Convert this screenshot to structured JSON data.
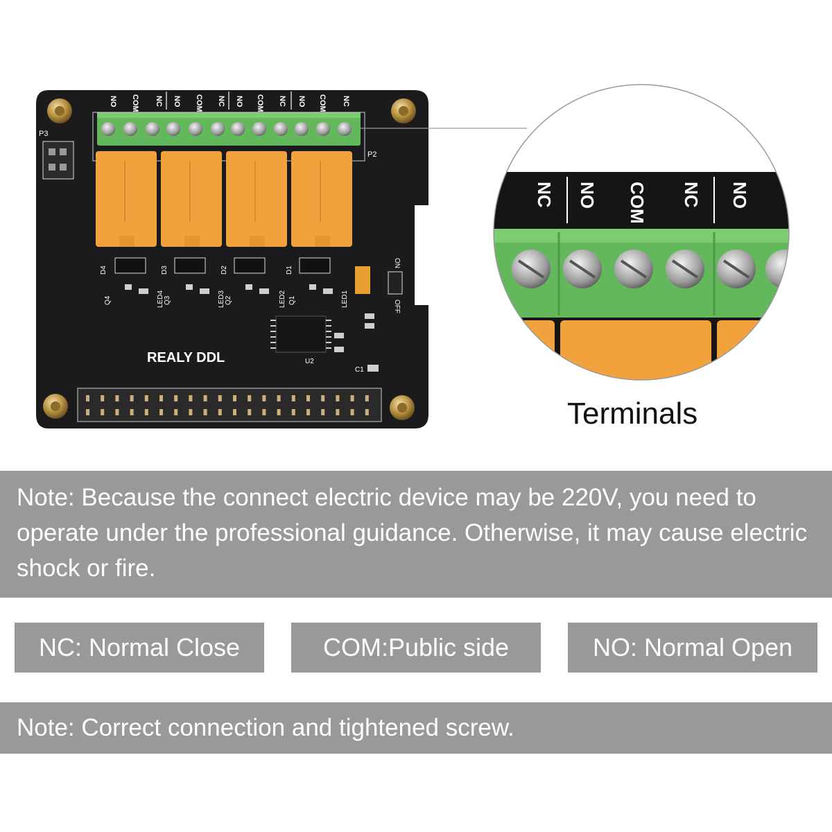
{
  "board": {
    "label": "REALY DDL",
    "terminal_labels": [
      "NO",
      "COM",
      "NC",
      "NO",
      "COM",
      "NC",
      "NO",
      "COM",
      "NC",
      "NO",
      "COM",
      "NC"
    ],
    "silk": {
      "p3": "P3",
      "p2": "P2",
      "u2": "U2",
      "c1": "C1",
      "d4": "D4",
      "d3": "D3",
      "d2": "D2",
      "d1": "D1",
      "q4": "Q4",
      "q3": "Q3",
      "q2": "Q2",
      "q1": "Q1",
      "led4": "LED4",
      "led3": "LED3",
      "led2": "LED2",
      "led1": "LED1",
      "on": "ON",
      "off": "OFF"
    },
    "colors": {
      "pcb": "#1b1b1d",
      "terminal": "#63b85b",
      "relay": "#f2a23c",
      "silkscreen": "#ffffff"
    }
  },
  "zoom": {
    "caption": "Terminals",
    "labels": [
      "NC",
      "NO",
      "COM",
      "NC",
      "NO"
    ]
  },
  "notes": {
    "warning": "Note: Because the connect electric device may be 220V, you need to operate under the professional guidance. Otherwise, it may cause electric shock or fire.",
    "screw": "Note: Correct connection and tightened screw."
  },
  "legend": {
    "nc": "NC: Normal Close",
    "com": "COM:Public side",
    "no": "NO: Normal Open"
  },
  "colors": {
    "band": "#999999",
    "band_text": "#ffffff"
  }
}
